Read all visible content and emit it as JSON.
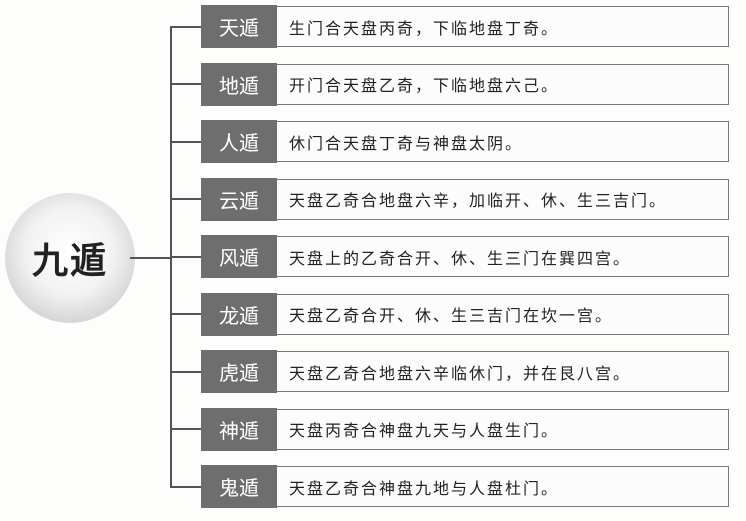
{
  "center": {
    "label": "九遁"
  },
  "items": [
    {
      "label": "天遁",
      "text": "生门合天盘丙奇，下临地盘丁奇。"
    },
    {
      "label": "地遁",
      "text": "开门合天盘乙奇，下临地盘六己。"
    },
    {
      "label": "人遁",
      "text": "休门合天盘丁奇与神盘太阴。"
    },
    {
      "label": "云遁",
      "text": "天盘乙奇合地盘六辛，加临开、休、生三吉门。"
    },
    {
      "label": "风遁",
      "text": "天盘上的乙奇合开、休、生三门在巽四宫。"
    },
    {
      "label": "龙遁",
      "text": "天盘乙奇合开、休、生三吉门在坎一宫。"
    },
    {
      "label": "虎遁",
      "text": "天盘乙奇合地盘六辛临休门，并在艮八宫。"
    },
    {
      "label": "神遁",
      "text": "天盘丙奇合神盘九天与人盘生门。"
    },
    {
      "label": "鬼遁",
      "text": "天盘乙奇合神盘九地与人盘杜门。"
    }
  ]
}
